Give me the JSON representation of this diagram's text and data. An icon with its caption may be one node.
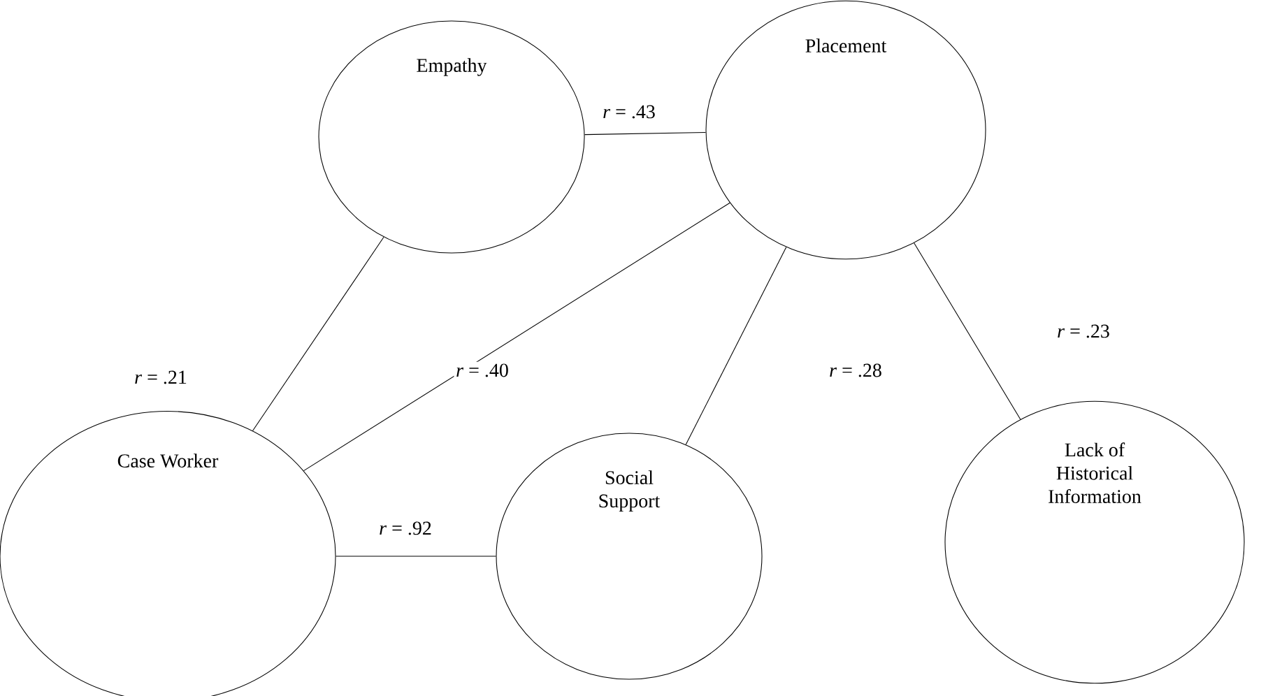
{
  "diagram": {
    "nodes": [
      {
        "text": [
          "Empathy"
        ]
      },
      {
        "text": [
          "Placement"
        ]
      },
      {
        "text": [
          "Case Worker"
        ]
      },
      {
        "text": [
          "Social Support"
        ]
      },
      {
        "text": [
          "Lack of Historical Information"
        ]
      }
    ],
    "edges": [
      {
        "from": 0,
        "to": 1,
        "arrow": "none",
        "label": "*r* = .43"
      },
      {
        "from": 0,
        "to": 2,
        "arrow": "none",
        "label": "*r* = .21"
      },
      {
        "from": 1,
        "to": 2,
        "arrow": "none",
        "label": "*r* = .40"
      },
      {
        "from": 1,
        "to": 3,
        "arrow": "none",
        "label": "*r* = .28"
      },
      {
        "from": 1,
        "to": 4,
        "arrow": "none",
        "label": "*r* = .23"
      },
      {
        "from": 2,
        "to": 3,
        "arrow": "none",
        "label": "*r* = .92"
      }
    ]
  }
}
